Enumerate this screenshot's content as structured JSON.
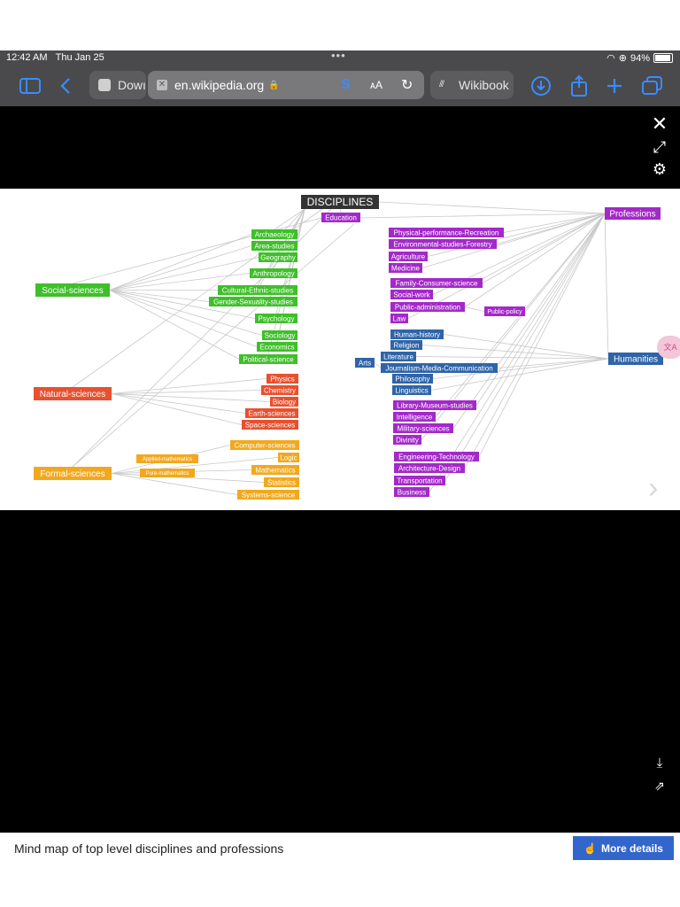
{
  "status": {
    "time": "12:42 AM",
    "date": "Thu Jan 25",
    "battery": "94%"
  },
  "tabs": [
    {
      "label": "Dowı",
      "icon": "c-favicon-icon"
    },
    {
      "label": "en.wikipedia.org",
      "icon": "close-tab-icon"
    },
    {
      "label": "Wikibook",
      "icon": "wikibooks-favicon-icon"
    }
  ],
  "caption": "Mind map of top level disciplines and professions",
  "more_details": "More details",
  "colors": {
    "green": "#3fbf2a",
    "red": "#e8502f",
    "orange": "#f2a81e",
    "purple": "#a329c9",
    "blue": "#2f64a8",
    "title": "#333333"
  },
  "mindmap": {
    "title": "DISCIPLINES",
    "education": "Education",
    "professions": "Professions",
    "humanities": "Humanities",
    "arts": "Arts",
    "public_policy": "Public-policy",
    "social_sciences": {
      "label": "Social-sciences",
      "items": [
        "Archaeology",
        "Area-studies",
        "Geography",
        "Anthropology",
        "Cultural-Ethnic-studies",
        "Gender-Sexuality-studies",
        "Psychology",
        "Sociology",
        "Economics",
        "Political-science"
      ]
    },
    "natural_sciences": {
      "label": "Natural-sciences",
      "items": [
        "Physics",
        "Chemistry",
        "Biology",
        "Earth-sciences",
        "Space-sciences"
      ]
    },
    "formal_sciences": {
      "label": "Formal-sciences",
      "items": [
        "Computer-sciences",
        "Logic",
        "Mathematics",
        "Statistics",
        "Systems-science"
      ],
      "math_items": [
        "Applied-mathematics",
        "Pure-mathematics"
      ]
    },
    "professions_items": [
      "Physical-performance-Recreation",
      "Environmental-studies-Forestry",
      "Agriculture",
      "Medicine",
      "Family-Consumer-science",
      "Social-work",
      "Public-administration",
      "Law",
      "Library-Museum-studies",
      "Intelligence",
      "Military-sciences",
      "Divinity",
      "Engineering-Technology",
      "Architecture-Design",
      "Transportation",
      "Business"
    ],
    "humanities_items": [
      "Human-history",
      "Religion",
      "Literature",
      "Journalism-Media-Communication",
      "Philosophy",
      "Linguistics"
    ]
  }
}
